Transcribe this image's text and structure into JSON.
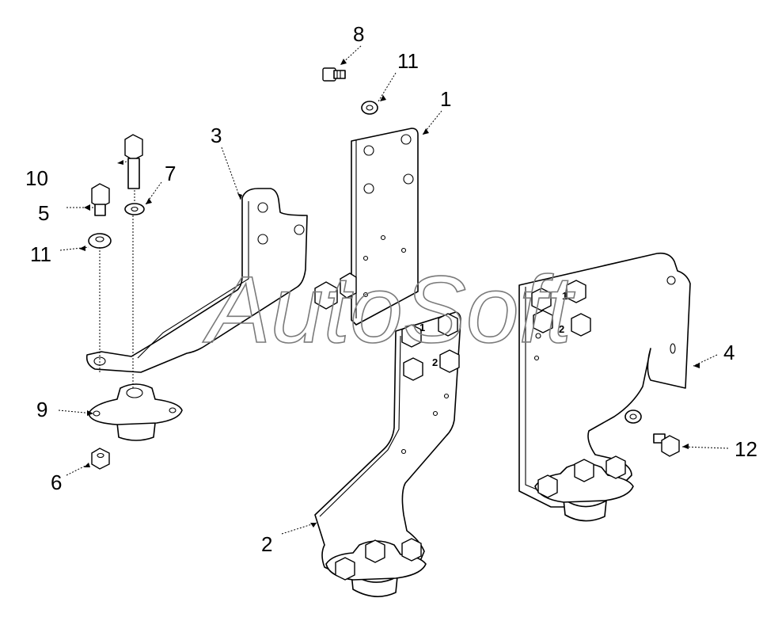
{
  "watermark": "AutoSoft",
  "callouts": {
    "c1": "1",
    "c2": "2",
    "c3": "3",
    "c4": "4",
    "c5": "5",
    "c6": "6",
    "c7": "7",
    "c8": "8",
    "c9": "9",
    "c10": "10",
    "c11a": "11",
    "c11b": "11",
    "c12": "12"
  },
  "bracket_marks": {
    "b2_m1": "1",
    "b2_m2": "2",
    "b4_m1": "1",
    "b4_m2": "2"
  },
  "colors": {
    "line": "#000000",
    "watermark": "#7a7a7a",
    "background": "#ffffff"
  }
}
